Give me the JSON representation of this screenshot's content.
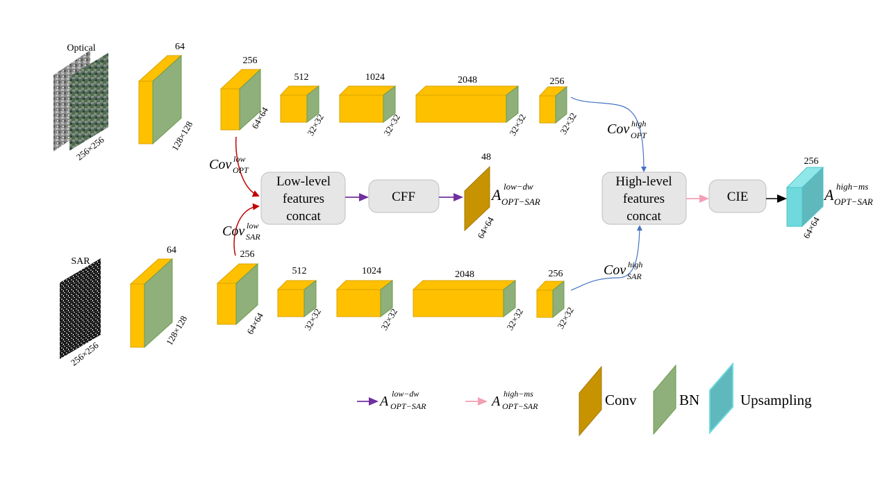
{
  "inputs": {
    "optical": {
      "label": "Optical",
      "size": "256×256"
    },
    "sar": {
      "label": "SAR",
      "size": "256×256"
    }
  },
  "optical_branch": {
    "channels": [
      "64",
      "256",
      "512",
      "1024",
      "2048",
      "256"
    ],
    "sizes": [
      "128×128",
      "64×64",
      "32×32",
      "32×32",
      "32×32",
      "32×32"
    ]
  },
  "sar_branch": {
    "channels": [
      "64",
      "256",
      "512",
      "1024",
      "2048",
      "256"
    ],
    "sizes": [
      "128×128",
      "64×64",
      "32×32",
      "32×32",
      "32×32",
      "32×32"
    ]
  },
  "modules": {
    "low_concat": [
      "Low-level",
      "features",
      "concat"
    ],
    "cff": "CFF",
    "high_concat": [
      "High-level",
      "features",
      "concat"
    ],
    "cie": "CIE"
  },
  "outputs": {
    "low": {
      "channels": "48",
      "size": "64×64",
      "symbol": "A",
      "sup": "low−dw",
      "sub": "OPT−SAR"
    },
    "high": {
      "channels": "256",
      "size": "64×64",
      "symbol": "A",
      "sup": "high−ms",
      "sub": "OPT−SAR"
    }
  },
  "features": {
    "cov_opt_low": {
      "symbol": "Cov",
      "sup": "low",
      "sub": "OPT"
    },
    "cov_sar_low": {
      "symbol": "Cov",
      "sup": "low",
      "sub": "SAR"
    },
    "cov_opt_high": {
      "symbol": "Cov",
      "sup": "high",
      "sub": "OPT"
    },
    "cov_sar_high": {
      "symbol": "Cov",
      "sup": "high",
      "sub": "SAR"
    }
  },
  "legend": {
    "arrow_low": {
      "symbol": "A",
      "sup": "low−dw",
      "sub": "OPT−SAR"
    },
    "arrow_high": {
      "symbol": "A",
      "sup": "high−ms",
      "sub": "OPT−SAR"
    },
    "conv": "Conv",
    "bn": "BN",
    "upsampling": "Upsampling"
  },
  "colors": {
    "conv_block": "#FFC000",
    "bn_block": "#8FB07A",
    "conv_legend": "#C79300",
    "upsampling": "#6FD9DD",
    "low_arrow": "#7030A0",
    "high_arrow": "#F4A0B4",
    "red_arrow": "#C00000",
    "blue_arrow": "#4472C4",
    "module_box": "#E6E6E6"
  }
}
